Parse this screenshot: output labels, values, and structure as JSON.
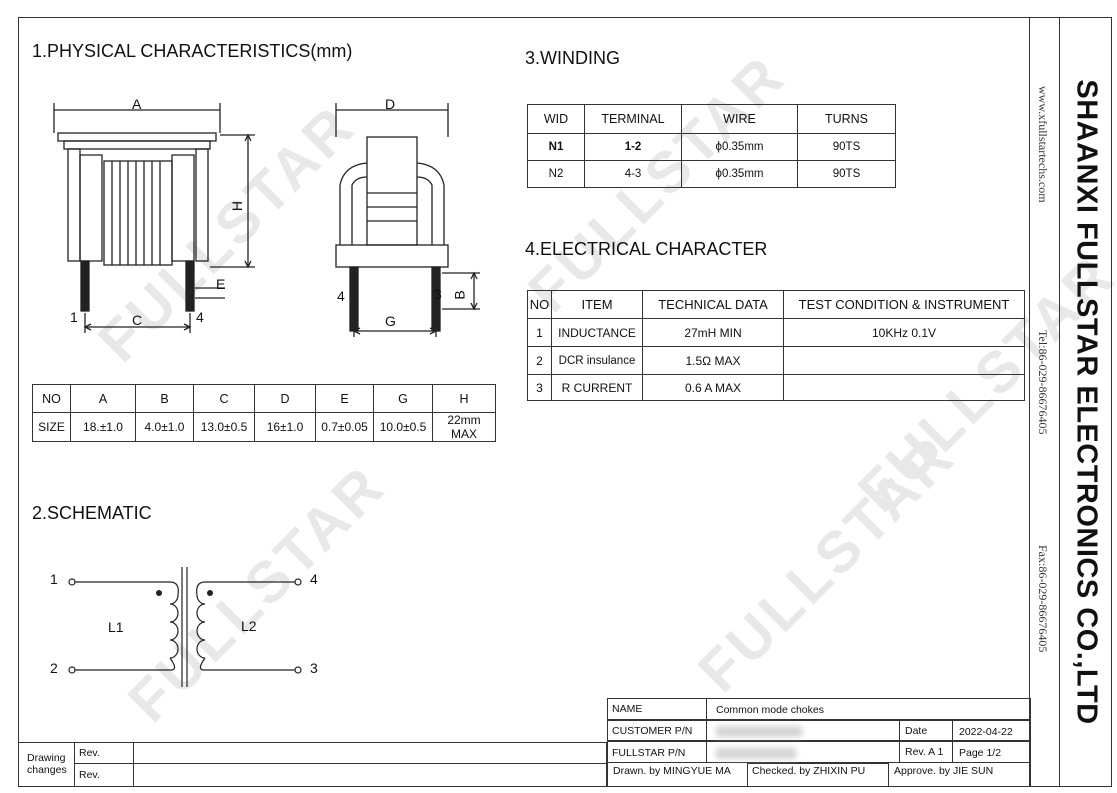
{
  "watermark": "FULLSTAR",
  "company": "SHAANXI FULLSTAR ELECTRONICS CO.,LTD",
  "side_info": {
    "website": "www.xfullstartechs.com",
    "tel": "Tel:86-029-86676405",
    "fax": "Fax:86-029-86676405"
  },
  "sections": {
    "physical": "1.PHYSICAL CHARACTERISTICS(mm)",
    "schematic": "2.SCHEMATIC",
    "winding": "3.WINDING",
    "electrical": "4.ELECTRICAL CHARACTER"
  },
  "drawing_labels": {
    "A": "A",
    "B": "B",
    "C": "C",
    "D": "D",
    "E": "E",
    "G": "G",
    "H": "H",
    "pin1": "1",
    "pin4": "4",
    "pin3": "3"
  },
  "dimensions": {
    "headers": [
      "NO",
      "A",
      "B",
      "C",
      "D",
      "E",
      "G",
      "H"
    ],
    "row": [
      "SIZE",
      "18.±1.0",
      "4.0±1.0",
      "13.0±0.5",
      "16±1.0",
      "0.7±0.05",
      "10.0±0.5",
      "22mm MAX"
    ]
  },
  "schematic": {
    "pin1": "1",
    "pin2": "2",
    "pin3": "3",
    "pin4": "4",
    "L1": "L1",
    "L2": "L2"
  },
  "winding": {
    "headers": [
      "WID",
      "TERMINAL",
      "WIRE",
      "TURNS"
    ],
    "rows": [
      [
        "N1",
        "1-2",
        "ϕ0.35mm",
        "90TS"
      ],
      [
        "N2",
        "4-3",
        "ϕ0.35mm",
        "90TS"
      ]
    ]
  },
  "electrical": {
    "headers": [
      "NO",
      "ITEM",
      "TECHNICAL DATA",
      "TEST CONDITION & INSTRUMENT"
    ],
    "rows": [
      [
        "1",
        "INDUCTANCE",
        "27mH MIN",
        "10KHz 0.1V"
      ],
      [
        "2",
        "DCR insulance",
        "1.5Ω MAX",
        ""
      ],
      [
        "3",
        "R CURRENT",
        "0.6 A MAX",
        ""
      ]
    ]
  },
  "title_block": {
    "name_label": "NAME",
    "name_value": "Common mode chokes",
    "customer_label": "CUSTOMER P/N",
    "date_label": "Date",
    "date_value": "2022-04-22",
    "fullstar_label": "FULLSTAR P/N",
    "rev_label": "Rev. A 1",
    "page_label": "Page  1/2",
    "drawn": "Drawn. by MINGYUE MA",
    "checked": "Checked. by ZHIXIN PU",
    "approved": "Approve. by JIE SUN"
  },
  "drawing_changes": {
    "label_line1": "Drawing",
    "label_line2": "changes",
    "rev1": "Rev.",
    "rev2": "Rev."
  }
}
